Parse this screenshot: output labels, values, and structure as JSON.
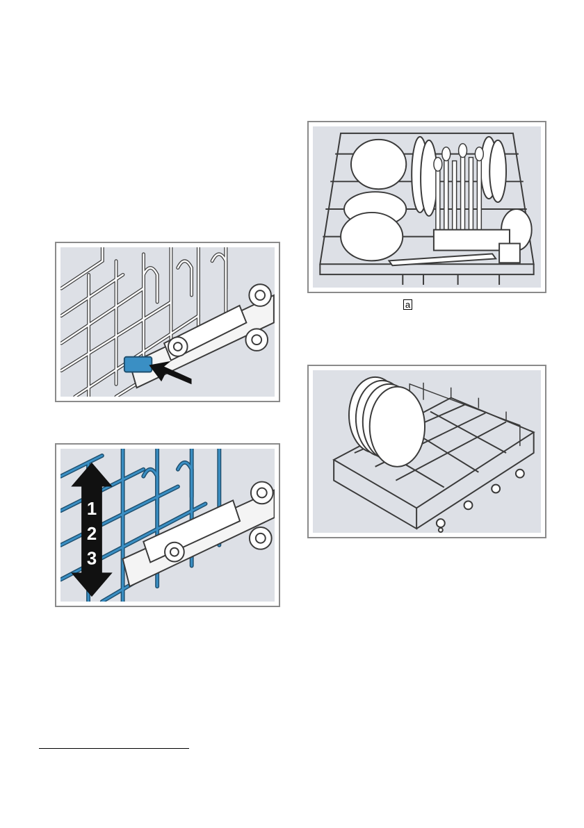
{
  "figures": {
    "rack_release": {
      "icon": "rack-release-lever-illustration"
    },
    "rack_height": {
      "icon": "rack-height-adjust-illustration",
      "levels": [
        "1",
        "2",
        "3"
      ]
    },
    "upper_basket": {
      "icon": "loaded-upper-basket-illustration",
      "label": "a"
    },
    "lower_basket": {
      "icon": "loaded-lower-basket-illustration"
    }
  },
  "colors": {
    "figure_bg": "#dde0e6",
    "frame": "#8a8a8a",
    "accent_blue": "#3a8fc4",
    "wire": "#ffffff",
    "outline": "#3a3a3a"
  }
}
